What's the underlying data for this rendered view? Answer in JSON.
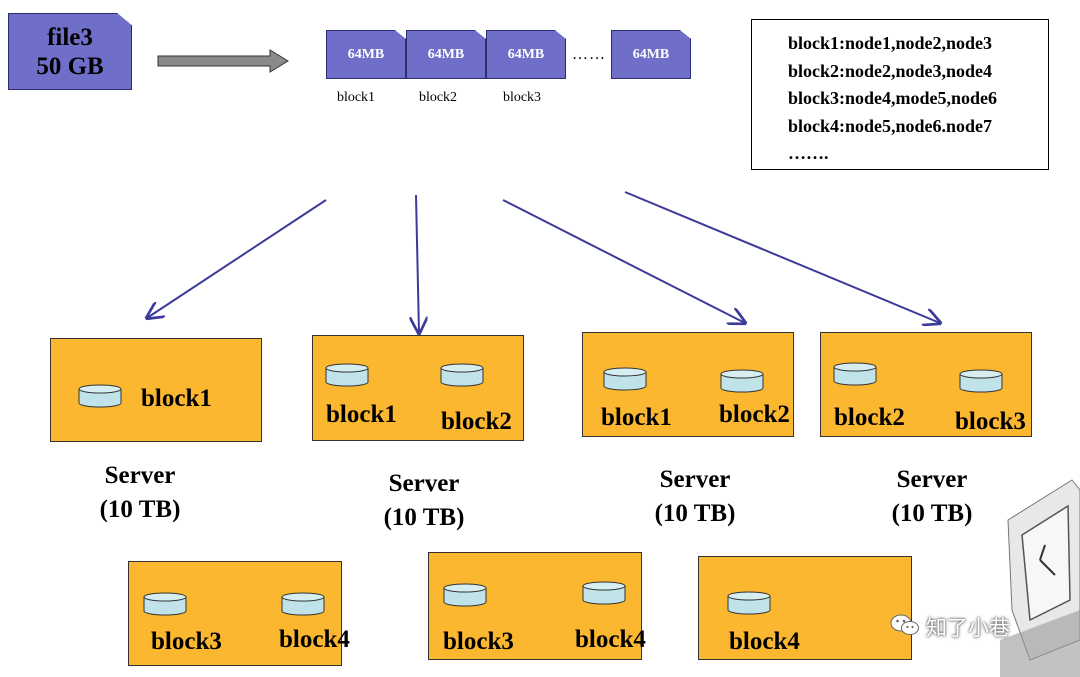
{
  "file": {
    "name": "file3",
    "size": "50 GB"
  },
  "blocks": [
    {
      "size": "64MB",
      "label": "block1"
    },
    {
      "size": "64MB",
      "label": "block2"
    },
    {
      "size": "64MB",
      "label": "block3"
    },
    {
      "size": "64MB",
      "label": ""
    }
  ],
  "ellipsis": "……",
  "mapping": [
    "block1:node1,node2,node3",
    "block2:node2,node3,node4",
    "block3:node4,mode5,node6",
    "block4:node5,node6.node7",
    "……."
  ],
  "servers_top": [
    {
      "blocks": [
        "block1"
      ],
      "label_line1": "Server",
      "label_line2": "(10 TB)"
    },
    {
      "blocks": [
        "block1",
        "block2"
      ],
      "label_line1": "Server",
      "label_line2": "(10 TB)"
    },
    {
      "blocks": [
        "block1",
        "block2"
      ],
      "label_line1": "Server",
      "label_line2": "(10 TB)"
    },
    {
      "blocks": [
        "block2",
        "block3"
      ],
      "label_line1": "Server",
      "label_line2": "(10 TB)"
    }
  ],
  "servers_bottom": [
    {
      "blocks": [
        "block3",
        "block4"
      ]
    },
    {
      "blocks": [
        "block3",
        "block4"
      ]
    },
    {
      "blocks": [
        "block4"
      ]
    }
  ],
  "watermark": {
    "text": "知了小巷",
    "icon": "wechat-icon"
  },
  "colors": {
    "block_fill": "#6f6fc9",
    "server_fill": "#fbb730",
    "disk_fill": "#bfe3e8",
    "arrow": "#3b3b9a"
  }
}
